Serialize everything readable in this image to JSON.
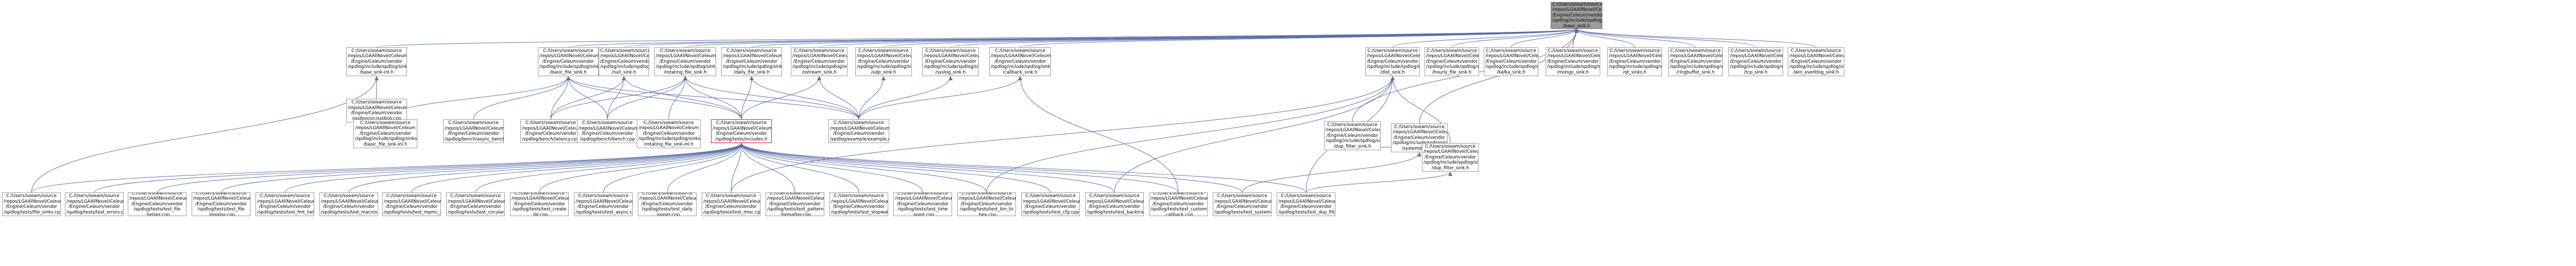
{
  "graph": {
    "colors": {
      "node_border": "#999999",
      "root_fill": "#9a9a9a",
      "highlight_border": "#ff0000",
      "edge": "#5a6fa8"
    },
    "nodes": [
      {
        "id": "root",
        "lines": [
          "C:/Users/soeam/source",
          "/repos/LGAAllNovel/Celeum",
          "/Engine/Celeum/vendor",
          "/spdlog/include/spdlog/sinks",
          "/base_sink.h"
        ]
      },
      {
        "id": "base_sink_inl",
        "lines": [
          "C:/Users/soeam/source",
          "/repos/LGAAllNovel/Celeum",
          "/Engine/Celeum/vendor",
          "/spdlog/include/spdlog/sinks",
          "/base_sink-inl.h"
        ]
      },
      {
        "id": "ansicolor",
        "lines": [
          "C:/Users/soeam/source",
          "/repos/LGAAllNovel/Celeum",
          "/Engine/Celeum/vendor",
          "/spdlog/include/spdlog/sinks",
          "/basic_file_sink.h"
        ]
      },
      {
        "id": "dist",
        "lines": [
          "C:/Users/soeam/source",
          "/repos/LGAAllNovel/Celeum",
          "/Engine/Celeum/vendor",
          "/spdlog/include/spdlog/sinks",
          "/null_sink.h"
        ]
      },
      {
        "id": "rotating",
        "lines": [
          "C:/Users/soeam/source",
          "/repos/LGAAllNovel/Celeum",
          "/Engine/Celeum/vendor",
          "/spdlog/include/spdlog/sinks",
          "/rotating_file_sink.h"
        ]
      },
      {
        "id": "daily",
        "lines": [
          "C:/Users/soeam/source",
          "/repos/LGAAllNovel/Celeum",
          "/Engine/Celeum/vendor",
          "/spdlog/include/spdlog/sinks",
          "/daily_file_sink.h"
        ]
      },
      {
        "id": "ostream",
        "lines": [
          "C:/Users/soeam/source",
          "/repos/LGAAllNovel/Celeum",
          "/Engine/Celeum/vendor",
          "/spdlog/include/spdlog/sinks",
          "/ostream_sink.h"
        ]
      },
      {
        "id": "udp",
        "lines": [
          "C:/Users/soeam/source",
          "/repos/LGAAllNovel/Celeum",
          "/Engine/Celeum/vendor",
          "/spdlog/include/spdlog/sinks",
          "/udp_sink.h"
        ]
      },
      {
        "id": "syslog",
        "lines": [
          "C:/Users/soeam/source",
          "/repos/LGAAllNovel/Celeum",
          "/Engine/Celeum/vendor",
          "/spdlog/include/spdlog/sinks",
          "/syslog_sink.h"
        ]
      },
      {
        "id": "callback",
        "lines": [
          "C:/Users/soeam/source",
          "/repos/LGAAllNovel/Celeum",
          "/Engine/Celeum/vendor",
          "/spdlog/include/spdlog/sinks",
          "/callback_sink.h"
        ]
      },
      {
        "id": "dist_sink",
        "lines": [
          "C:/Users/soeam/source",
          "/repos/LGAAllNovel/Celeum",
          "/Engine/Celeum/vendor",
          "/spdlog/include/spdlog/sinks",
          "/dist_sink.h"
        ]
      },
      {
        "id": "hourly",
        "lines": [
          "C:/Users/soeam/source",
          "/repos/LGAAllNovel/Celeum",
          "/Engine/Celeum/vendor",
          "/spdlog/include/spdlog/sinks",
          "/hourly_file_sink.h"
        ]
      },
      {
        "id": "kafka",
        "lines": [
          "C:/Users/soeam/source",
          "/repos/LGAAllNovel/Celeum",
          "/Engine/Celeum/vendor",
          "/spdlog/include/spdlog/sinks",
          "/kafka_sink.h"
        ]
      },
      {
        "id": "mongo",
        "lines": [
          "C:/Users/soeam/source",
          "/repos/LGAAllNovel/Celeum",
          "/Engine/Celeum/vendor",
          "/spdlog/include/spdlog/sinks",
          "/mongo_sink.h"
        ]
      },
      {
        "id": "qt",
        "lines": [
          "C:/Users/soeam/source",
          "/repos/LGAAllNovel/Celeum",
          "/Engine/Celeum/vendor",
          "/spdlog/include/spdlog/sinks",
          "/qt_sinks.h"
        ]
      },
      {
        "id": "ringbuffer",
        "lines": [
          "C:/Users/soeam/source",
          "/repos/LGAAllNovel/Celeum",
          "/Engine/Celeum/vendor",
          "/spdlog/include/spdlog/sinks",
          "/ringbuffer_sink.h"
        ]
      },
      {
        "id": "tcp",
        "lines": [
          "C:/Users/soeam/source",
          "/repos/LGAAllNovel/Celeum",
          "/Engine/Celeum/vendor",
          "/spdlog/include/spdlog/sinks",
          "/tcp_sink.h"
        ]
      },
      {
        "id": "win_eventlog",
        "lines": [
          "C:/Users/soeam/source",
          "/repos/LGAAllNovel/Celeum",
          "/Engine/Celeum/vendor",
          "/spdlog/include/spdlog/sinks",
          "/win_eventlog_sink.h"
        ]
      },
      {
        "id": "spdlog_cpp",
        "lines": [
          "C:/Users/soeam/source",
          "/repos/LGAAllNovel/Celeum",
          "/Engine/Celeum/vendor",
          "/spdlog/src/spdlog.cpp"
        ]
      },
      {
        "id": "basic_file_sink_inl",
        "lines": [
          "C:/Users/soeam/source",
          "/repos/LGAAllNovel/Celeum",
          "/Engine/Celeum/vendor",
          "/spdlog/include/spdlog/sinks",
          "/basic_file_sink-inl.h"
        ]
      },
      {
        "id": "async_bench",
        "lines": [
          "C:/Users/soeam/source",
          "/repos/LGAAllNovel/Celeum",
          "/Engine/Celeum/vendor",
          "/spdlog/bench/async_bench.cpp"
        ]
      },
      {
        "id": "latency",
        "lines": [
          "C:/Users/soeam/source",
          "/repos/LGAAllNovel/Celeum",
          "/Engine/Celeum/vendor",
          "/spdlog/bench/latency.cpp"
        ]
      },
      {
        "id": "bench",
        "lines": [
          "C:/Users/soeam/source",
          "/repos/LGAAllNovel/Celeum",
          "/Engine/Celeum/vendor",
          "/spdlog/bench/bench.cpp"
        ]
      },
      {
        "id": "rotating_inl",
        "lines": [
          "C:/Users/soeam/source",
          "/repos/LGAAllNovel/Celeum",
          "/Engine/Celeum/vendor",
          "/spdlog/include/spdlog/sinks",
          "/rotating_file_sink-inl.h"
        ]
      },
      {
        "id": "includes",
        "lines": [
          "C:/Users/soeam/source",
          "/repos/LGAAllNovel/Celeum",
          "/Engine/Celeum/vendor",
          "/spdlog/tests/includes.h"
        ],
        "highlight": true
      },
      {
        "id": "example",
        "lines": [
          "C:/Users/soeam/source",
          "/repos/LGAAllNovel/Celeum",
          "/Engine/Celeum/vendor",
          "/spdlog/example/example.cpp"
        ]
      },
      {
        "id": "dup_filter",
        "lines": [
          "C:/Users/soeam/source",
          "/repos/LGAAllNovel/Celeum",
          "/Engine/Celeum/vendor",
          "/spdlog/include/spdlog/sinks",
          "/dup_filter_sink.h"
        ]
      },
      {
        "id": "systemd",
        "lines": [
          "C:/Users/soeam/source",
          "/repos/LGAAllNovel/Celeum",
          "/Engine/Celeum/vendor",
          "/spdlog/include/spdlog/sinks",
          "/systemd_sink.h"
        ]
      },
      {
        "id": "dup_filter_sink",
        "lines": [
          "C:/Users/soeam/source",
          "/repos/LGAAllNovel/Celeum",
          "/Engine/Celeum/vendor",
          "/spdlog/include/spdlog/sinks",
          "/dup_filter_sink.h"
        ]
      },
      {
        "id": "t_file",
        "lines": [
          "C:/Users/soeam/source",
          "/repos/LGAAllNovel/Celeum",
          "/Engine/Celeum/vendor",
          "/spdlog/tests/file_sinks.cpp"
        ]
      },
      {
        "id": "t_errors",
        "lines": [
          "C:/Users/soeam/source",
          "/repos/LGAAllNovel/Celeum",
          "/Engine/Celeum/vendor",
          "/spdlog/tests/test_errors.cpp"
        ]
      },
      {
        "id": "t_file_helper",
        "lines": [
          "C:/Users/soeam/source",
          "/repos/LGAAllNovel/Celeum",
          "/Engine/Celeum/vendor",
          "/spdlog/tests/test_file",
          "_helper.cpp"
        ]
      },
      {
        "id": "t_file_logging",
        "lines": [
          "C:/Users/soeam/source",
          "/repos/LGAAllNovel/Celeum",
          "/Engine/Celeum/vendor",
          "/spdlog/tests/test_file",
          "_logging.cpp"
        ]
      },
      {
        "id": "t_fmt_helper",
        "lines": [
          "C:/Users/soeam/source",
          "/repos/LGAAllNovel/Celeum",
          "/Engine/Celeum/vendor",
          "/spdlog/tests/test_fmt_helper.cpp"
        ]
      },
      {
        "id": "t_macros",
        "lines": [
          "C:/Users/soeam/source",
          "/repos/LGAAllNovel/Celeum",
          "/Engine/Celeum/vendor",
          "/spdlog/tests/test_macros.cpp"
        ]
      },
      {
        "id": "t_mpmc",
        "lines": [
          "C:/Users/soeam/source",
          "/repos/LGAAllNovel/Celeum",
          "/Engine/Celeum/vendor",
          "/spdlog/tests/test_mpmc_q.cpp"
        ]
      },
      {
        "id": "t_circular",
        "lines": [
          "C:/Users/soeam/source",
          "/repos/LGAAllNovel/Celeum",
          "/Engine/Celeum/vendor",
          "/spdlog/tests/test_circular_q.cpp"
        ]
      },
      {
        "id": "t_create_dir",
        "lines": [
          "C:/Users/soeam/source",
          "/repos/LGAAllNovel/Celeum",
          "/Engine/Celeum/vendor",
          "/spdlog/tests/test_create",
          "_dir.cpp"
        ]
      },
      {
        "id": "t_async",
        "lines": [
          "C:/Users/soeam/source",
          "/repos/LGAAllNovel/Celeum",
          "/Engine/Celeum/vendor",
          "/spdlog/tests/test_async.cpp"
        ]
      },
      {
        "id": "t_daily_logger",
        "lines": [
          "C:/Users/soeam/source",
          "/repos/LGAAllNovel/Celeum",
          "/Engine/Celeum/vendor",
          "/spdlog/tests/test_daily",
          "_logger.cpp"
        ]
      },
      {
        "id": "t_misc",
        "lines": [
          "C:/Users/soeam/source",
          "/repos/LGAAllNovel/Celeum",
          "/Engine/Celeum/vendor",
          "/spdlog/tests/test_misc.cpp"
        ]
      },
      {
        "id": "t_pattern",
        "lines": [
          "C:/Users/soeam/source",
          "/repos/LGAAllNovel/Celeum",
          "/Engine/Celeum/vendor",
          "/spdlog/tests/test_pattern",
          "_formatter.cpp"
        ]
      },
      {
        "id": "t_stopwatch",
        "lines": [
          "C:/Users/soeam/source",
          "/repos/LGAAllNovel/Celeum",
          "/Engine/Celeum/vendor",
          "/spdlog/tests/test_stopwatch.cpp"
        ]
      },
      {
        "id": "t_time_point",
        "lines": [
          "C:/Users/soeam/source",
          "/repos/LGAAllNovel/Celeum",
          "/Engine/Celeum/vendor",
          "/spdlog/tests/test_time",
          "_point.cpp"
        ]
      },
      {
        "id": "t_bin_to_hex",
        "lines": [
          "C:/Users/soeam/source",
          "/repos/LGAAllNovel/Celeum",
          "/Engine/Celeum/vendor",
          "/spdlog/tests/test_bin_to",
          "_hex.cpp"
        ]
      },
      {
        "id": "t_cfg",
        "lines": [
          "C:/Users/soeam/source",
          "/repos/LGAAllNovel/Celeum",
          "/Engine/Celeum/vendor",
          "/spdlog/tests/test_cfg.cpp"
        ]
      },
      {
        "id": "t_backtrace",
        "lines": [
          "C:/Users/soeam/source",
          "/repos/LGAAllNovel/Celeum",
          "/Engine/Celeum/vendor",
          "/spdlog/tests/test_backtrace.cpp"
        ]
      },
      {
        "id": "t_custom_callback",
        "lines": [
          "C:/Users/soeam/source",
          "/repos/LGAAllNovel/Celeum",
          "/Engine/Celeum/vendor",
          "/spdlog/tests/test_custom",
          "_callback.cpp"
        ]
      },
      {
        "id": "t_systemd",
        "lines": [
          "C:/Users/soeam/source",
          "/repos/LGAAllNovel/Celeum",
          "/Engine/Celeum/vendor",
          "/spdlog/tests/test_systemd.cpp"
        ]
      },
      {
        "id": "t_dup_filter",
        "lines": [
          "C:/Users/soeam/source",
          "/repos/LGAAllNovel/Celeum",
          "/Engine/Celeum/vendor",
          "/spdlog/tests/test_dup_filter.cpp"
        ]
      }
    ],
    "edges": [
      [
        "root",
        "base_sink_inl"
      ],
      [
        "root",
        "ansicolor"
      ],
      [
        "root",
        "dist"
      ],
      [
        "root",
        "rotating"
      ],
      [
        "root",
        "daily"
      ],
      [
        "root",
        "ostream"
      ],
      [
        "root",
        "udp"
      ],
      [
        "root",
        "syslog"
      ],
      [
        "root",
        "callback"
      ],
      [
        "root",
        "dist_sink"
      ],
      [
        "root",
        "hourly"
      ],
      [
        "root",
        "kafka"
      ],
      [
        "root",
        "mongo"
      ],
      [
        "root",
        "qt"
      ],
      [
        "root",
        "ringbuffer"
      ],
      [
        "root",
        "tcp"
      ],
      [
        "root",
        "win_eventlog"
      ],
      [
        "root",
        "dup_filter"
      ],
      [
        "root",
        "systemd"
      ],
      [
        "base_sink_inl",
        "spdlog_cpp"
      ],
      [
        "base_sink_inl",
        "t_file"
      ],
      [
        "ansicolor",
        "basic_file_sink_inl"
      ],
      [
        "ansicolor",
        "async_bench"
      ],
      [
        "ansicolor",
        "latency"
      ],
      [
        "ansicolor",
        "bench"
      ],
      [
        "ansicolor",
        "includes"
      ],
      [
        "ansicolor",
        "example"
      ],
      [
        "dist",
        "latency"
      ],
      [
        "dist",
        "bench"
      ],
      [
        "dist",
        "includes"
      ],
      [
        "rotating",
        "rotating_inl"
      ],
      [
        "rotating",
        "latency"
      ],
      [
        "rotating",
        "bench"
      ],
      [
        "rotating",
        "includes"
      ],
      [
        "rotating",
        "example"
      ],
      [
        "daily",
        "includes"
      ],
      [
        "daily",
        "example"
      ],
      [
        "ostream",
        "includes"
      ],
      [
        "ostream",
        "example"
      ],
      [
        "udp",
        "example"
      ],
      [
        "syslog",
        "example"
      ],
      [
        "callback",
        "example"
      ],
      [
        "callback",
        "t_custom_callback"
      ],
      [
        "dist_sink",
        "dup_filter_sink"
      ],
      [
        "dist_sink",
        "t_misc"
      ],
      [
        "dist_sink",
        "t_bin_to_hex"
      ],
      [
        "dist_sink",
        "t_backtrace"
      ],
      [
        "dist_sink",
        "t_dup_filter"
      ],
      [
        "dup_filter",
        "dup_filter_sink"
      ],
      [
        "systemd",
        "t_systemd"
      ],
      [
        "dup_filter_sink",
        "t_dup_filter"
      ],
      [
        "includes",
        "t_file"
      ],
      [
        "includes",
        "t_errors"
      ],
      [
        "includes",
        "t_file_helper"
      ],
      [
        "includes",
        "t_file_logging"
      ],
      [
        "includes",
        "t_fmt_helper"
      ],
      [
        "includes",
        "t_macros"
      ],
      [
        "includes",
        "t_mpmc"
      ],
      [
        "includes",
        "t_circular"
      ],
      [
        "includes",
        "t_create_dir"
      ],
      [
        "includes",
        "t_async"
      ],
      [
        "includes",
        "t_daily_logger"
      ],
      [
        "includes",
        "t_misc"
      ],
      [
        "includes",
        "t_pattern"
      ],
      [
        "includes",
        "t_stopwatch"
      ],
      [
        "includes",
        "t_time_point"
      ],
      [
        "includes",
        "t_bin_to_hex"
      ],
      [
        "includes",
        "t_cfg"
      ],
      [
        "includes",
        "t_backtrace"
      ],
      [
        "includes",
        "t_custom_callback"
      ],
      [
        "includes",
        "t_systemd"
      ],
      [
        "includes",
        "t_dup_filter"
      ]
    ]
  }
}
